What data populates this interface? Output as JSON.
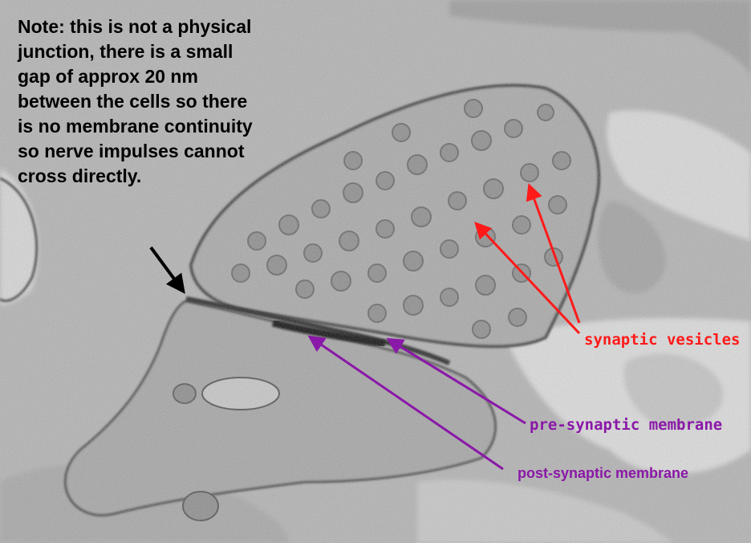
{
  "note": {
    "lines": [
      "Note: this is not a physical",
      "junction, there is a small",
      "gap of approx 20 nm",
      "between the cells so there",
      "is no membrane continuity",
      "so nerve impulses cannot",
      "cross directly."
    ]
  },
  "labels": {
    "synaptic_vesicles": "synaptic vesicles",
    "pre_synaptic_membrane": "pre-synaptic membrane",
    "post_synaptic_membrane": "post-synaptic membrane"
  },
  "colors": {
    "vesicles_label": "#ff1a1a",
    "membrane_labels": "#8a18a8",
    "pointer_arrow": "#000000"
  }
}
